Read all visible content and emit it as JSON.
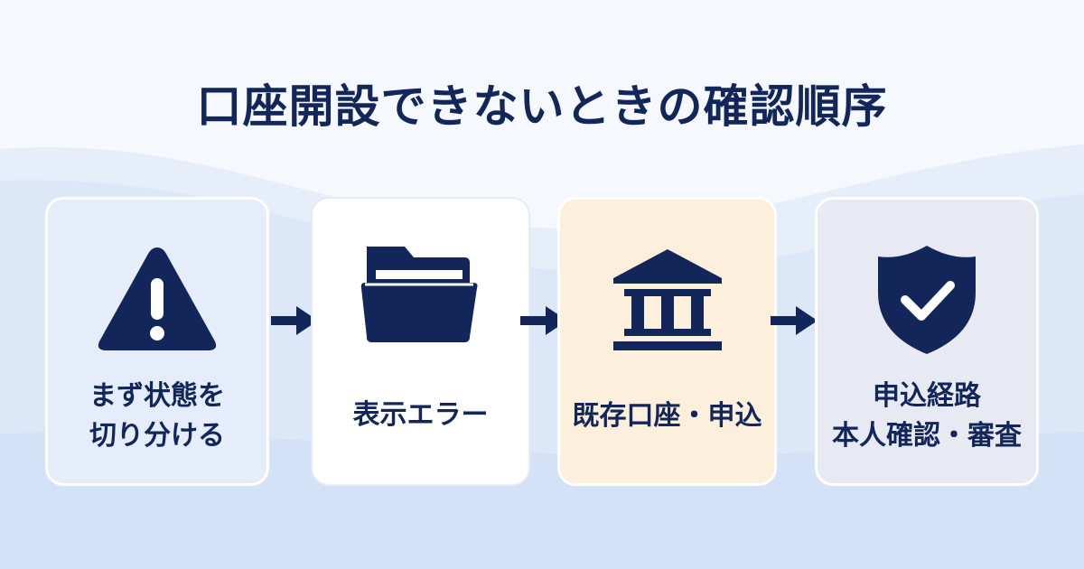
{
  "title": "口座開設できないときの確認順序",
  "colors": {
    "navy": "#13265a",
    "card_blue": "#e4edf9",
    "card_white": "#ffffff",
    "card_beige": "#fcf0dc",
    "card_gray": "#e7eaf2",
    "background": "#f5f8fc",
    "wave": "#dce8f8"
  },
  "steps": [
    {
      "icon": "warning-icon",
      "lines": [
        "まず状態を",
        "切り分ける"
      ]
    },
    {
      "icon": "folder-icon",
      "lines": [
        "表示エラー"
      ]
    },
    {
      "icon": "bank-icon",
      "lines": [
        "既存口座・申込"
      ]
    },
    {
      "icon": "shield-check-icon",
      "lines": [
        "申込経路",
        "本人確認・審査"
      ]
    }
  ]
}
